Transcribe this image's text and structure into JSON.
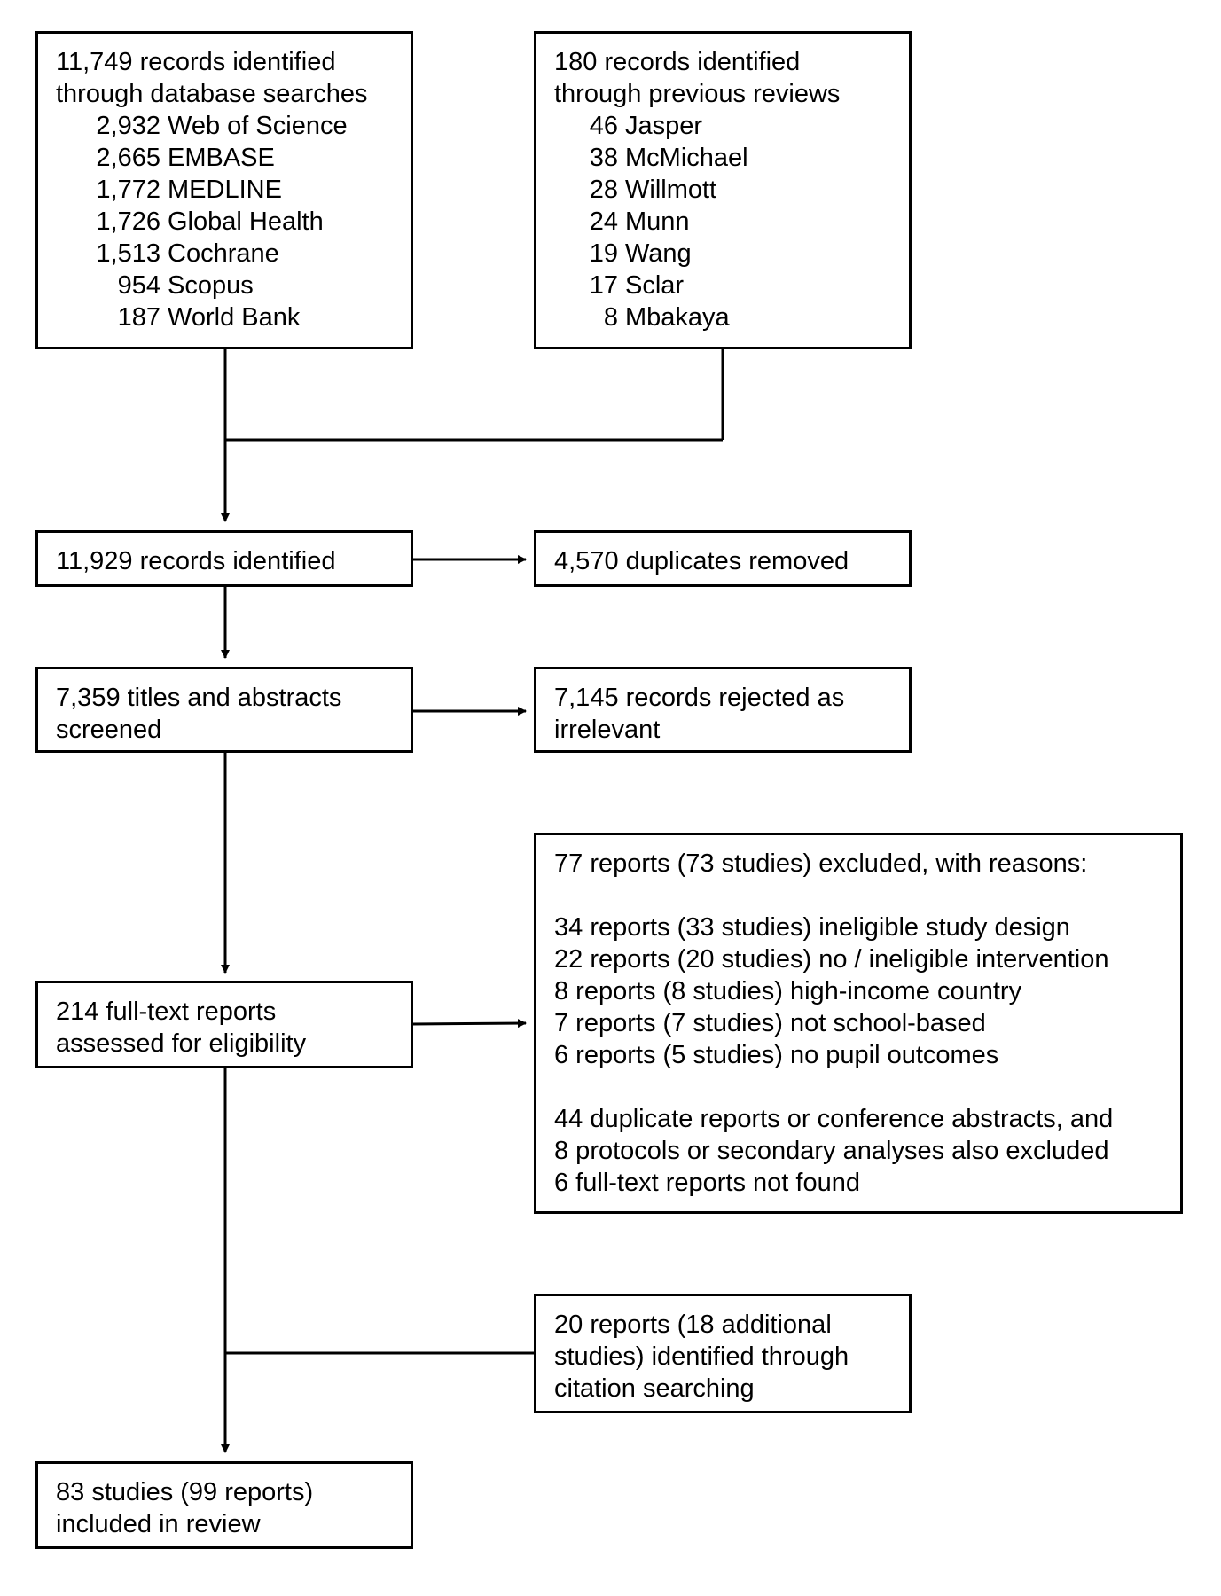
{
  "database_search": {
    "heading": [
      "11,749 records identified",
      "through database searches"
    ],
    "sources": [
      {
        "count": "2,932",
        "name": "Web of Science"
      },
      {
        "count": "2,665",
        "name": "EMBASE"
      },
      {
        "count": "1,772",
        "name": "MEDLINE"
      },
      {
        "count": "1,726",
        "name": "Global Health"
      },
      {
        "count": "1,513",
        "name": "Cochrane"
      },
      {
        "count": "954",
        "name": "Scopus"
      },
      {
        "count": "187",
        "name": "World Bank"
      }
    ]
  },
  "previous_reviews": {
    "heading": [
      "180 records identified",
      "through previous reviews"
    ],
    "sources": [
      {
        "count": "46",
        "name": "Jasper"
      },
      {
        "count": "38",
        "name": "McMichael"
      },
      {
        "count": "28",
        "name": "Willmott"
      },
      {
        "count": "24",
        "name": "Munn"
      },
      {
        "count": "19",
        "name": "Wang"
      },
      {
        "count": "17",
        "name": "Sclar"
      },
      {
        "count": "8",
        "name": "Mbakaya"
      }
    ]
  },
  "identified": {
    "text": "11,929 records identified"
  },
  "duplicates": {
    "text": "4,570 duplicates removed"
  },
  "screened": {
    "lines": [
      "7,359 titles and abstracts",
      "screened"
    ]
  },
  "rejected": {
    "lines": [
      "7,145 records rejected as",
      "irrelevant"
    ]
  },
  "fulltext": {
    "lines": [
      "214 full-text reports",
      "assessed for eligibility"
    ]
  },
  "excluded": {
    "heading": "77 reports (73 studies) excluded, with reasons:",
    "reasons": [
      "34 reports (33 studies) ineligible study design",
      "22 reports (20 studies) no / ineligible intervention",
      "8 reports (8 studies) high-income country",
      "7 reports (7 studies) not school-based",
      "6 reports (5 studies) no pupil outcomes"
    ],
    "other": [
      "44 duplicate reports or conference abstracts, and",
      "8 protocols or secondary analyses also excluded",
      "6 full-text reports not found"
    ]
  },
  "citation": {
    "lines": [
      "20 reports (18 additional",
      "studies) identified through",
      "citation searching"
    ]
  },
  "included": {
    "lines": [
      "83 studies (99 reports)",
      "included in review"
    ]
  }
}
